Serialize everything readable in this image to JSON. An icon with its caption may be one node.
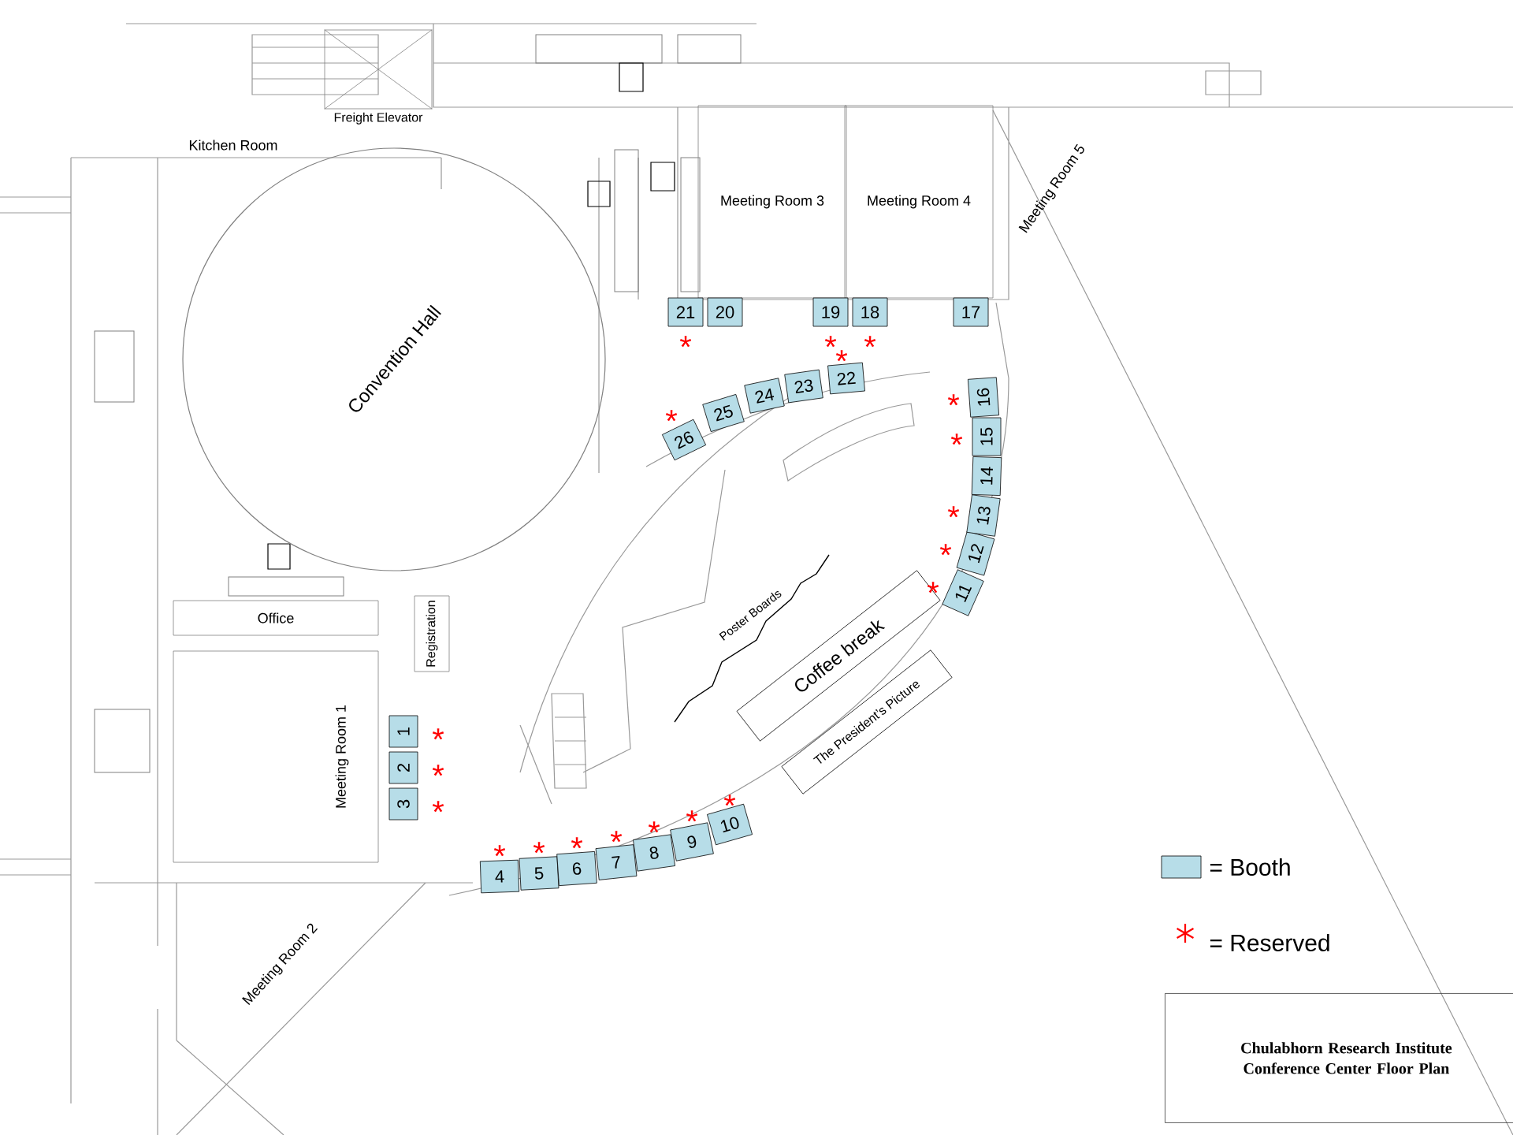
{
  "diagram": {
    "title": "Chulabhorn Research Institute Conference Center Floor Plan",
    "nodes": [
      {
        "text": [
          "Kitchen Room"
        ]
      },
      {
        "text": [
          "Freight Elevator"
        ]
      },
      {
        "text": [
          "Convention Hall"
        ]
      },
      {
        "text": [
          "Meeting Room 3"
        ]
      },
      {
        "text": [
          "Meeting Room 4"
        ]
      },
      {
        "text": [
          "Meeting Room 5"
        ]
      },
      {
        "text": [
          "Office"
        ]
      },
      {
        "text": [
          "Registration"
        ]
      },
      {
        "text": [
          "Meeting Room 1"
        ]
      },
      {
        "text": [
          "Coffee break"
        ]
      },
      {
        "text": [
          "The President’s Picture"
        ]
      },
      {
        "text": [
          "Meeting Room 2"
        ]
      },
      {
        "text": [
          "1"
        ],
        "beside": [
          "*"
        ]
      },
      {
        "text": [
          "2"
        ],
        "beside": [
          "*"
        ]
      },
      {
        "text": [
          "3"
        ],
        "beside": [
          "*"
        ]
      },
      {
        "text": [
          "4"
        ],
        "beside": [
          "*"
        ]
      },
      {
        "text": [
          "5"
        ],
        "beside": [
          "*"
        ]
      },
      {
        "text": [
          "6"
        ],
        "beside": [
          "*"
        ]
      },
      {
        "text": [
          "7"
        ],
        "beside": [
          "*"
        ]
      },
      {
        "text": [
          "8"
        ],
        "beside": [
          "*"
        ]
      },
      {
        "text": [
          "9"
        ],
        "beside": [
          "*"
        ]
      },
      {
        "text": [
          "10"
        ],
        "beside": [
          "*"
        ]
      },
      {
        "text": [
          "11"
        ],
        "beside": [
          "*"
        ]
      },
      {
        "text": [
          "12"
        ],
        "beside": [
          "*"
        ]
      },
      {
        "text": [
          "13"
        ],
        "beside": [
          "*"
        ]
      },
      {
        "text": [
          "14"
        ]
      },
      {
        "text": [
          "15"
        ],
        "beside": [
          "*"
        ]
      },
      {
        "text": [
          "16"
        ],
        "beside": [
          "*"
        ]
      },
      {
        "text": [
          "17"
        ]
      },
      {
        "text": [
          "18"
        ],
        "beside": [
          "*"
        ]
      },
      {
        "text": [
          "19"
        ],
        "beside": [
          "*"
        ]
      },
      {
        "text": [
          "20"
        ]
      },
      {
        "text": [
          "21"
        ],
        "beside": [
          "*"
        ]
      },
      {
        "text": [
          "22"
        ],
        "beside": [
          "*"
        ]
      },
      {
        "text": [
          "23"
        ]
      },
      {
        "text": [
          "24"
        ]
      },
      {
        "text": [
          "25"
        ]
      },
      {
        "text": [
          "26"
        ],
        "beside": [
          "*"
        ]
      }
    ],
    "labels": [
      "Poster Boards"
    ],
    "legend": [
      {
        "text": "= Booth",
        "color": "#b7dde8"
      },
      {
        "text": "= Reserved"
      }
    ]
  }
}
